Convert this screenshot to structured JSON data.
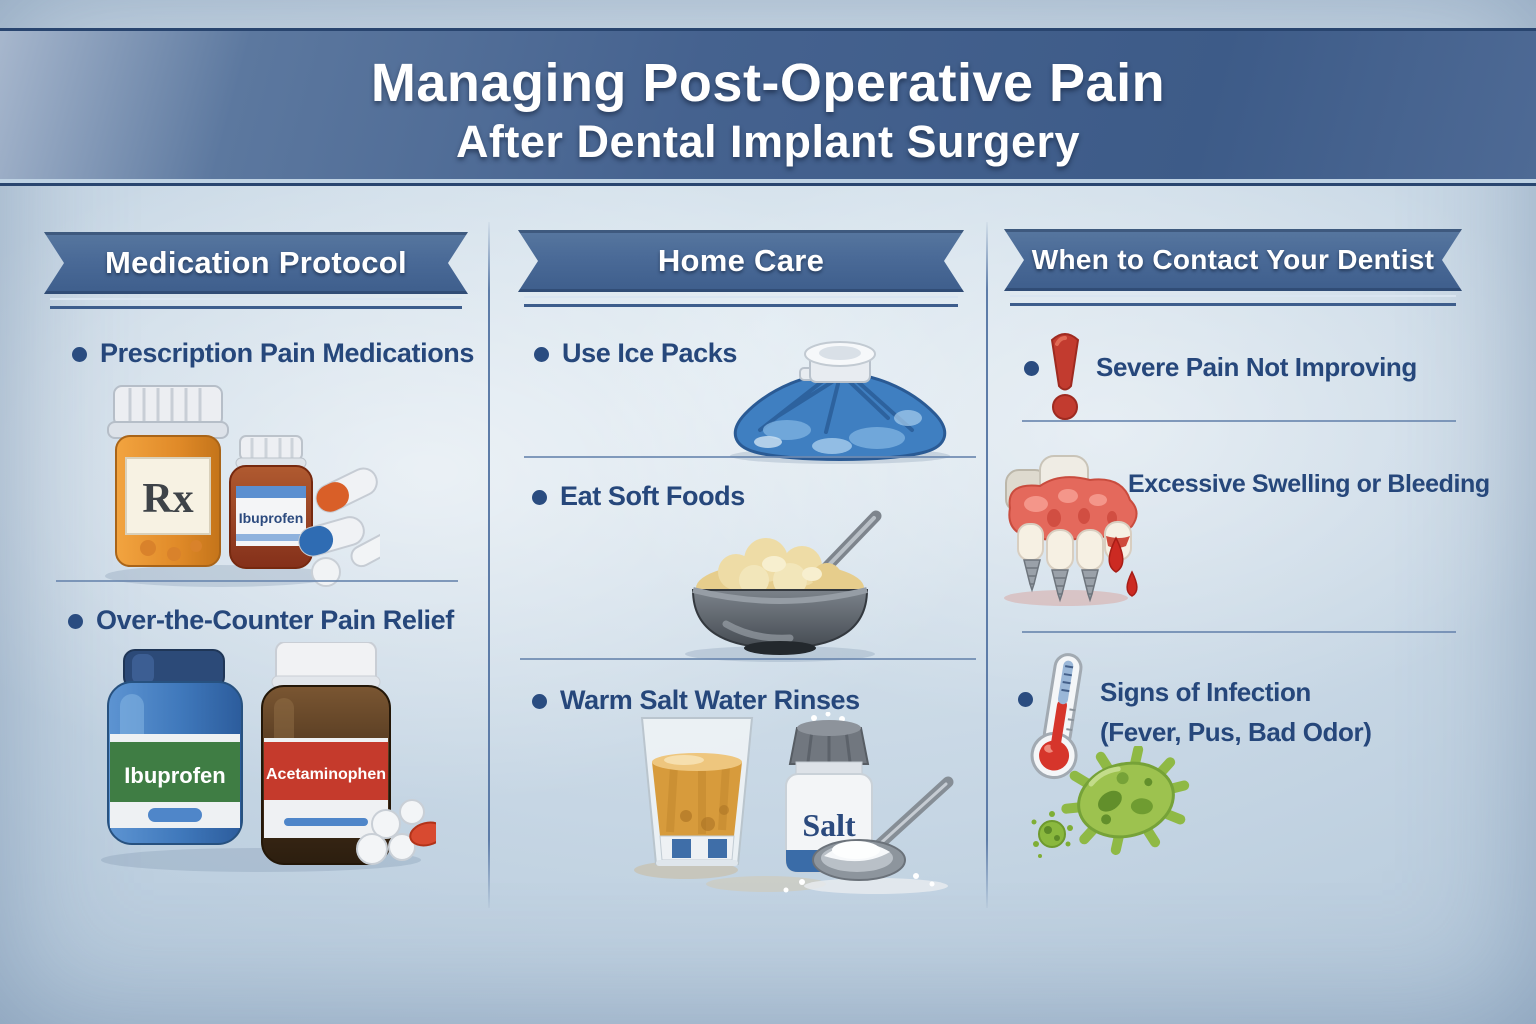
{
  "title": {
    "line1": "Managing Post-Operative Pain",
    "line2": "After Dental Implant Surgery"
  },
  "columns": [
    {
      "header": "Medication Protocol",
      "items": [
        {
          "label": "Prescription Pain Medications"
        },
        {
          "label": "Over-the-Counter Pain Relief"
        }
      ]
    },
    {
      "header": "Home Care",
      "items": [
        {
          "label": "Use Ice Packs"
        },
        {
          "label": "Eat Soft Foods"
        },
        {
          "label": "Warm Salt Water Rinses"
        }
      ]
    },
    {
      "header": "When to Contact Your Dentist",
      "items": [
        {
          "label": "Severe Pain Not Improving"
        },
        {
          "label": "Excessive Swelling or Bleeding"
        },
        {
          "label": "Signs of Infection",
          "label_sub": "(Fever, Pus, Bad Odor)"
        }
      ]
    }
  ],
  "product_labels": {
    "rx_bottle": "Rx",
    "ibuprofen_rx": "Ibuprofen",
    "ibuprofen_otc": "Ibuprofen",
    "acetaminophen_otc": "Acetaminophen",
    "salt_jar": "Salt"
  },
  "palette": {
    "text_navy": "#26477B",
    "ribbon_blue": "#46648F",
    "banner_blue": "#44618E",
    "background_blue": "#C6D6E4",
    "alert_red": "#C23B2F",
    "germ_green": "#95BC4E",
    "ice_pack_blue": "#3F7FC1"
  }
}
